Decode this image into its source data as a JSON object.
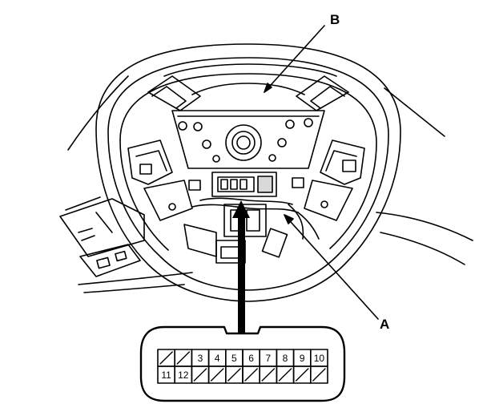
{
  "callouts": {
    "a": "A",
    "b": "B"
  },
  "connector": {
    "top_row": [
      "",
      "",
      "3",
      "4",
      "5",
      "6",
      "7",
      "8",
      "9",
      "10"
    ],
    "bottom_row": [
      "11",
      "12",
      "",
      "",
      "",
      "",
      "",
      "",
      "",
      ""
    ]
  },
  "colors": {
    "line": "#000000",
    "background": "#ffffff"
  }
}
